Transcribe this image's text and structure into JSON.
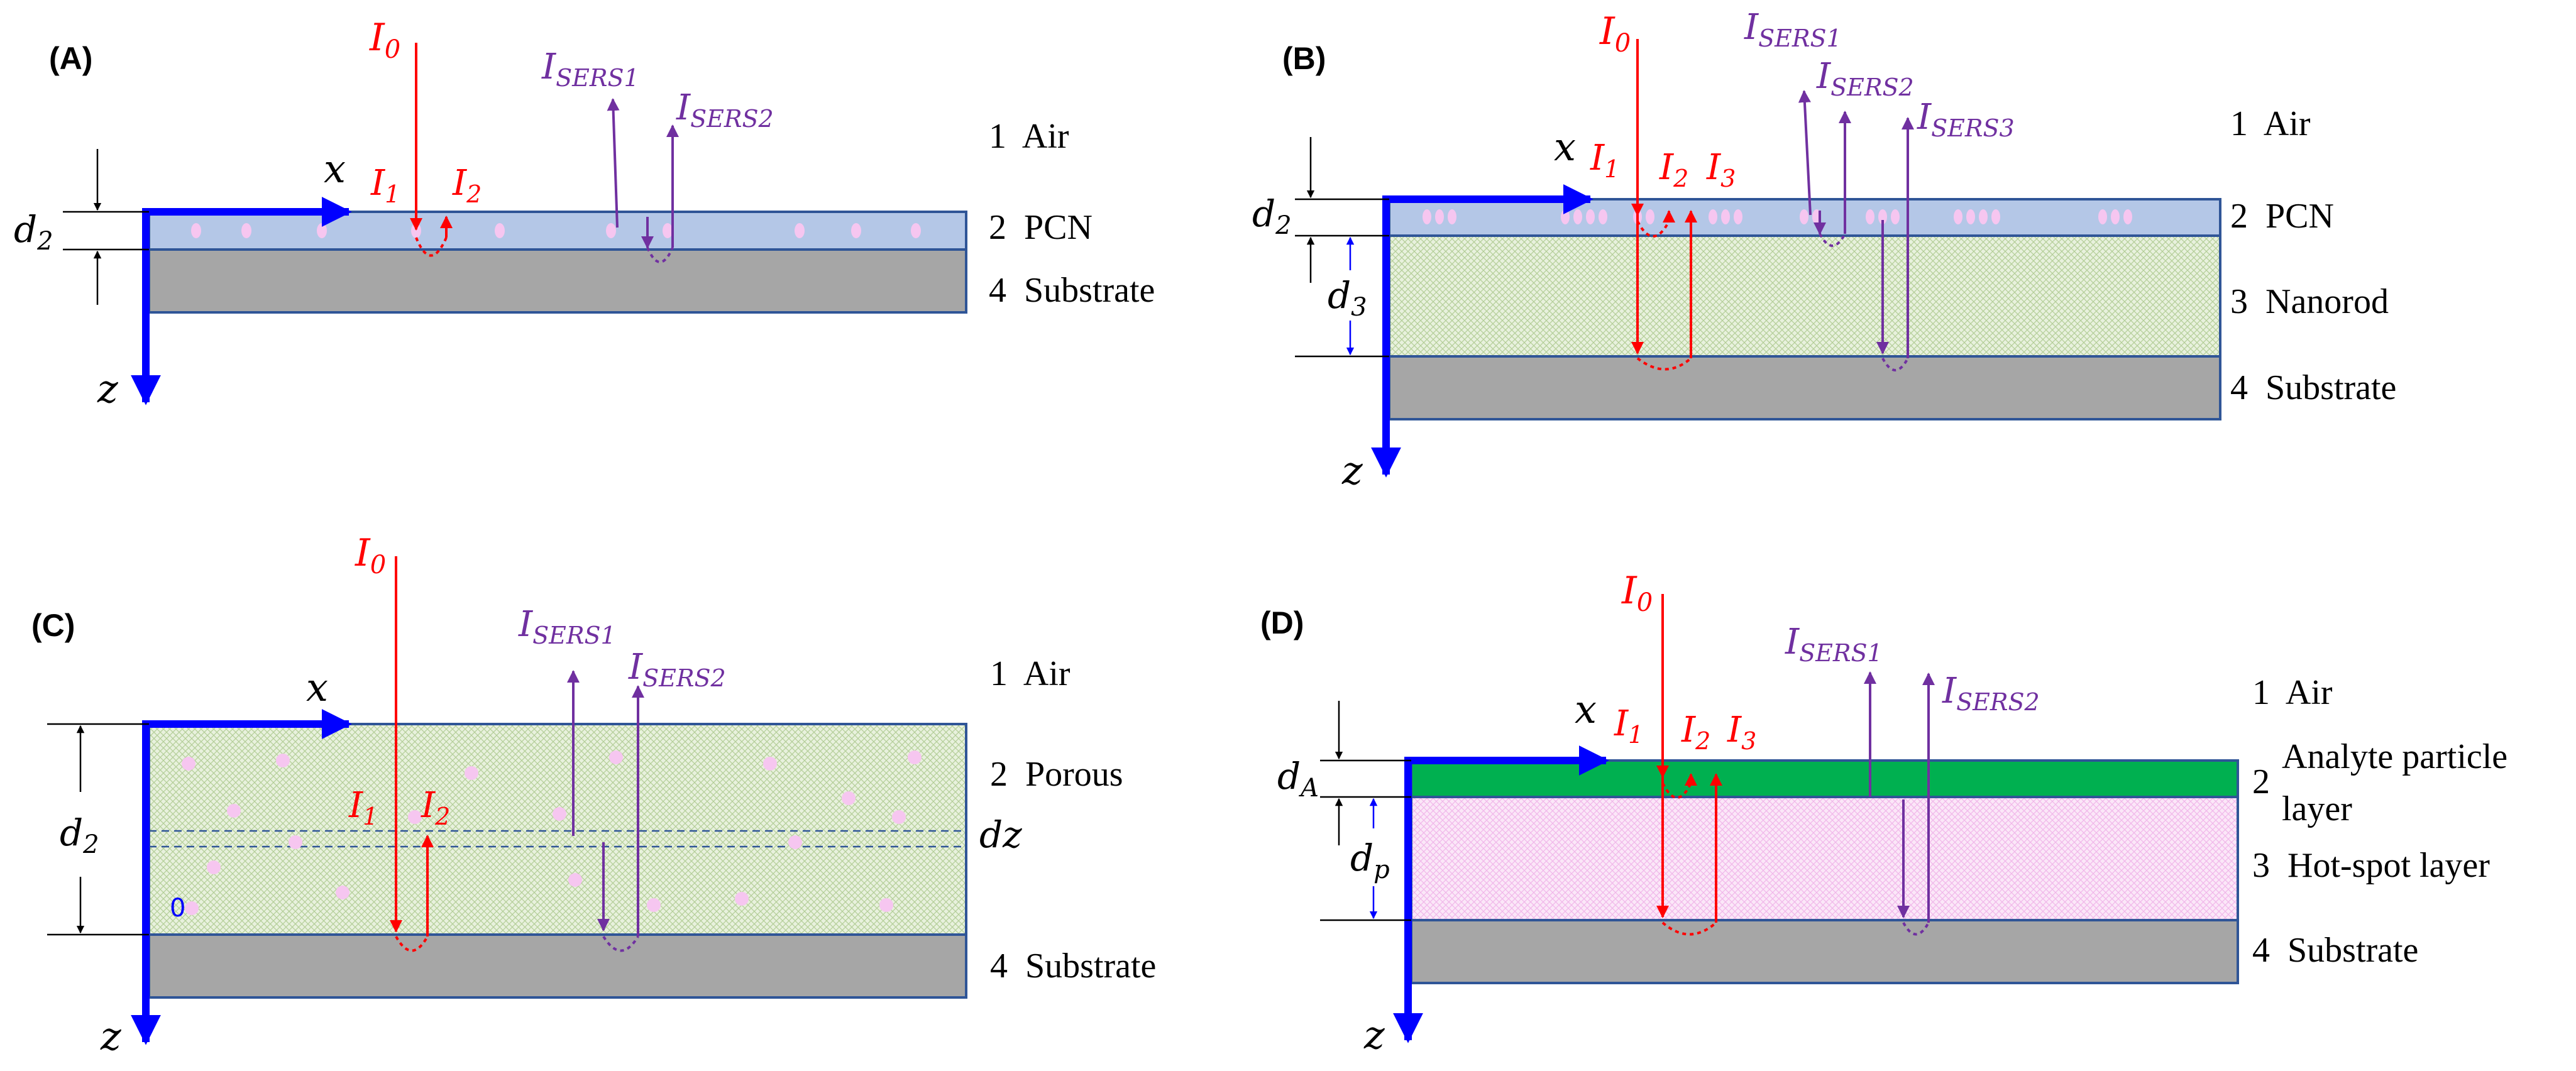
{
  "colors": {
    "incident": "#ff0000",
    "sers": "#7030a0",
    "axis": "#0000ff",
    "dim": "#000000",
    "pcn_layer": "#b4c7e7",
    "nanorod_layer": "#d9ead3",
    "substrate": "#a6a6a6",
    "analyte_layer": "#00b050",
    "hotspot_layer": "#fbe0f8",
    "particles": "#f6c6f0",
    "layer_border": "#2f5597"
  },
  "panels": {
    "a": {
      "label": "(A)",
      "axis_x": "x",
      "axis_z": "z",
      "dims": [
        {
          "sym": "d",
          "sub": "2"
        }
      ],
      "beams": {
        "i0": {
          "sym": "I",
          "sub": "0"
        },
        "i1": {
          "sym": "I",
          "sub": "1"
        },
        "i2": {
          "sym": "I",
          "sub": "2"
        },
        "s1": {
          "sym": "I",
          "sub": "SERS1"
        },
        "s2": {
          "sym": "I",
          "sub": "SERS2"
        }
      },
      "layers": [
        "1  Air",
        "2  PCN",
        "4  Substrate"
      ]
    },
    "b": {
      "label": "(B)",
      "axis_x": "x",
      "axis_z": "z",
      "dims": [
        {
          "sym": "d",
          "sub": "2"
        },
        {
          "sym": "d",
          "sub": "3"
        }
      ],
      "beams": {
        "i0": {
          "sym": "I",
          "sub": "0"
        },
        "i1": {
          "sym": "I",
          "sub": "1"
        },
        "i2": {
          "sym": "I",
          "sub": "2"
        },
        "i3": {
          "sym": "I",
          "sub": "3"
        },
        "s1": {
          "sym": "I",
          "sub": "SERS1"
        },
        "s2": {
          "sym": "I",
          "sub": "SERS2"
        },
        "s3": {
          "sym": "I",
          "sub": "SERS3"
        }
      },
      "layers": [
        "1  Air",
        "2  PCN",
        "3  Nanorod",
        "4  Substrate"
      ]
    },
    "c": {
      "label": "(C)",
      "axis_x": "x",
      "axis_z": "z",
      "origin": "0",
      "slice": "dz",
      "dims": [
        {
          "sym": "d",
          "sub": "2"
        }
      ],
      "beams": {
        "i0": {
          "sym": "I",
          "sub": "0"
        },
        "i1": {
          "sym": "I",
          "sub": "1"
        },
        "i2": {
          "sym": "I",
          "sub": "2"
        },
        "s1": {
          "sym": "I",
          "sub": "SERS1"
        },
        "s2": {
          "sym": "I",
          "sub": "SERS2"
        }
      },
      "layers": [
        "1  Air",
        "2  Porous",
        "4  Substrate"
      ]
    },
    "d": {
      "label": "(D)",
      "axis_x": "x",
      "axis_z": "z",
      "dims": [
        {
          "sym": "d",
          "sub": "A"
        },
        {
          "sym": "d",
          "sub": "p"
        }
      ],
      "beams": {
        "i0": {
          "sym": "I",
          "sub": "0"
        },
        "i1": {
          "sym": "I",
          "sub": "1"
        },
        "i2": {
          "sym": "I",
          "sub": "2"
        },
        "i3": {
          "sym": "I",
          "sub": "3"
        },
        "s1": {
          "sym": "I",
          "sub": "SERS1"
        },
        "s2": {
          "sym": "I",
          "sub": "SERS2"
        }
      },
      "layers": [
        "1  Air",
        "2",
        "Analyte particle",
        "layer",
        "3  Hot-spot layer",
        "4  Substrate"
      ]
    }
  }
}
